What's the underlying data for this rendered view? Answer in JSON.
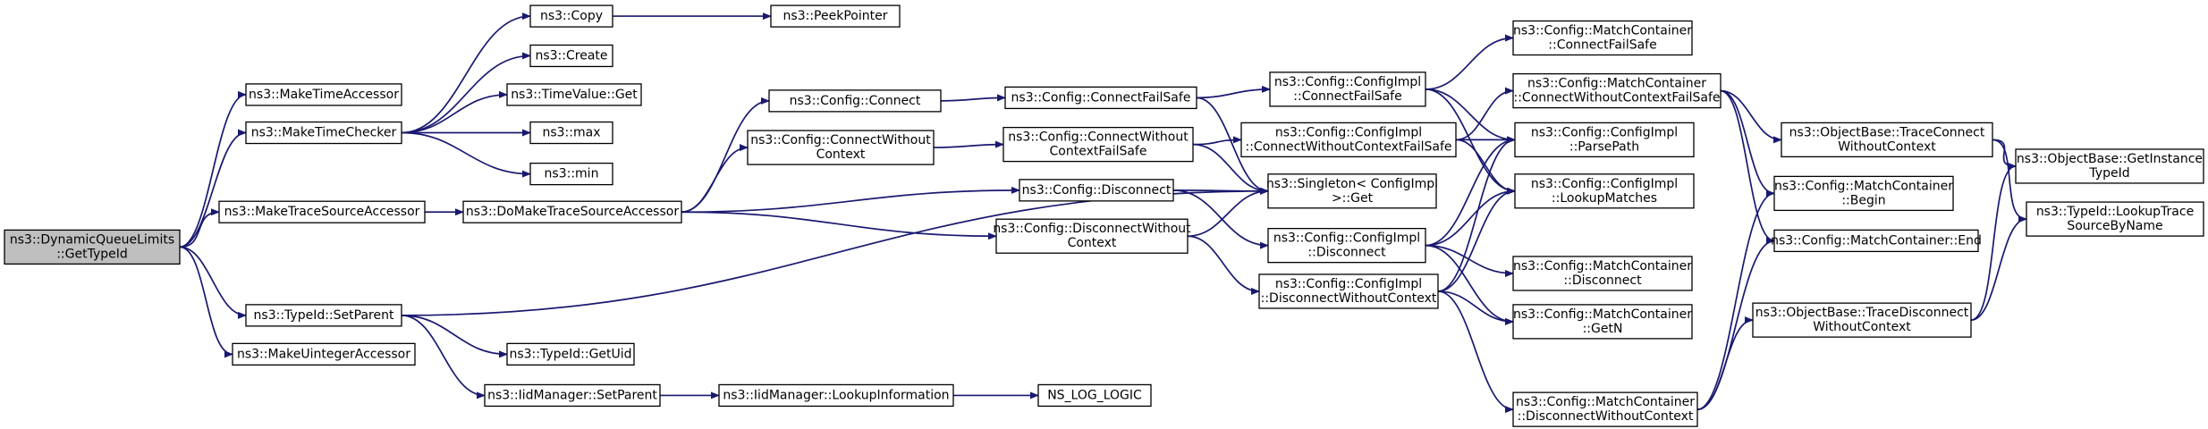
{
  "nodes": {
    "root": [
      "ns3::DynamicQueueLimits",
      "::GetTypeId"
    ],
    "make_time_accessor": [
      "ns3::MakeTimeAccessor"
    ],
    "make_time_checker": [
      "ns3::MakeTimeChecker"
    ],
    "make_trace_source_accessor": [
      "ns3::MakeTraceSourceAccessor"
    ],
    "typeid_set_parent": [
      "ns3::TypeId::SetParent"
    ],
    "make_uinteger_accessor": [
      "ns3::MakeUintegerAccessor"
    ],
    "copy": [
      "ns3::Copy"
    ],
    "peek_pointer": [
      "ns3::PeekPointer"
    ],
    "create": [
      "ns3::Create"
    ],
    "timevalue_get": [
      "ns3::TimeValue::Get"
    ],
    "max": [
      "ns3::max"
    ],
    "min": [
      "ns3::min"
    ],
    "do_make_trace_source_accessor": [
      "ns3::DoMakeTraceSourceAccessor"
    ],
    "typeid_get_uid": [
      "ns3::TypeId::GetUid"
    ],
    "iidmanager_set_parent": [
      "ns3::IidManager::SetParent"
    ],
    "iidmanager_lookup_information": [
      "ns3::IidManager::LookupInformation"
    ],
    "ns_log_logic": [
      "NS_LOG_LOGIC"
    ],
    "config_connect": [
      "ns3::Config::Connect"
    ],
    "config_connect_without_context": [
      "ns3::Config::ConnectWithout",
      "Context"
    ],
    "config_disconnect": [
      "ns3::Config::Disconnect"
    ],
    "config_disconnect_without_context": [
      "ns3::Config::DisconnectWithout",
      "Context"
    ],
    "config_connect_fail_safe": [
      "ns3::Config::ConnectFailSafe"
    ],
    "config_connect_without_context_fail_safe": [
      "ns3::Config::ConnectWithout",
      "ContextFailSafe"
    ],
    "configimpl_connect_fail_safe": [
      "ns3::Config::ConfigImpl",
      "::ConnectFailSafe"
    ],
    "configimpl_connect_without_context_fail_safe": [
      "ns3::Config::ConfigImpl",
      "::ConnectWithoutContextFailSafe"
    ],
    "singleton_get": [
      "ns3::Singleton< ConfigImpl",
      " >::Get"
    ],
    "configimpl_disconnect": [
      "ns3::Config::ConfigImpl",
      "::Disconnect"
    ],
    "configimpl_disconnect_without_context": [
      "ns3::Config::ConfigImpl",
      "::DisconnectWithoutContext"
    ],
    "matchcontainer_connect_fail_safe": [
      "ns3::Config::MatchContainer",
      "::ConnectFailSafe"
    ],
    "matchcontainer_connect_without_context_fail_safe": [
      "ns3::Config::MatchContainer",
      "::ConnectWithoutContextFailSafe"
    ],
    "configimpl_parse_path": [
      "ns3::Config::ConfigImpl",
      "::ParsePath"
    ],
    "configimpl_lookup_matches": [
      "ns3::Config::ConfigImpl",
      "::LookupMatches"
    ],
    "matchcontainer_disconnect": [
      "ns3::Config::MatchContainer",
      "::Disconnect"
    ],
    "matchcontainer_getn": [
      "ns3::Config::MatchContainer",
      "::GetN"
    ],
    "matchcontainer_disconnect_without_context": [
      "ns3::Config::MatchContainer",
      "::DisconnectWithoutContext"
    ],
    "objectbase_trace_connect_without_context": [
      "ns3::ObjectBase::TraceConnect",
      "WithoutContext"
    ],
    "matchcontainer_begin": [
      "ns3::Config::MatchContainer",
      "::Begin"
    ],
    "matchcontainer_end": [
      "ns3::Config::MatchContainer::End"
    ],
    "objectbase_trace_disconnect_without_context": [
      "ns3::ObjectBase::TraceDisconnect",
      "WithoutContext"
    ],
    "objectbase_get_instance_typeid": [
      "ns3::ObjectBase::GetInstance",
      "TypeId"
    ],
    "typeid_lookup_trace_source_by_name": [
      "ns3::TypeId::LookupTrace",
      "SourceByName"
    ]
  },
  "edges": [
    [
      "root",
      "make_time_accessor"
    ],
    [
      "root",
      "make_time_checker"
    ],
    [
      "root",
      "make_trace_source_accessor"
    ],
    [
      "root",
      "typeid_set_parent"
    ],
    [
      "root",
      "make_uinteger_accessor"
    ],
    [
      "make_time_checker",
      "copy"
    ],
    [
      "make_time_checker",
      "create"
    ],
    [
      "make_time_checker",
      "timevalue_get"
    ],
    [
      "make_time_checker",
      "max"
    ],
    [
      "make_time_checker",
      "min"
    ],
    [
      "copy",
      "peek_pointer"
    ],
    [
      "make_trace_source_accessor",
      "do_make_trace_source_accessor"
    ],
    [
      "do_make_trace_source_accessor",
      "config_connect"
    ],
    [
      "do_make_trace_source_accessor",
      "config_connect_without_context"
    ],
    [
      "do_make_trace_source_accessor",
      "config_disconnect"
    ],
    [
      "do_make_trace_source_accessor",
      "config_disconnect_without_context"
    ],
    [
      "typeid_set_parent",
      "typeid_get_uid"
    ],
    [
      "typeid_set_parent",
      "iidmanager_set_parent"
    ],
    [
      "typeid_set_parent",
      "singleton_get"
    ],
    [
      "iidmanager_set_parent",
      "iidmanager_lookup_information"
    ],
    [
      "iidmanager_lookup_information",
      "ns_log_logic"
    ],
    [
      "config_connect",
      "config_connect_fail_safe"
    ],
    [
      "config_connect_without_context",
      "config_connect_without_context_fail_safe"
    ],
    [
      "config_disconnect",
      "singleton_get"
    ],
    [
      "config_disconnect",
      "configimpl_disconnect"
    ],
    [
      "config_disconnect_without_context",
      "singleton_get"
    ],
    [
      "config_disconnect_without_context",
      "configimpl_disconnect_without_context"
    ],
    [
      "config_connect_fail_safe",
      "configimpl_connect_fail_safe"
    ],
    [
      "config_connect_fail_safe",
      "singleton_get"
    ],
    [
      "config_connect_without_context_fail_safe",
      "configimpl_connect_without_context_fail_safe"
    ],
    [
      "config_connect_without_context_fail_safe",
      "singleton_get"
    ],
    [
      "configimpl_connect_fail_safe",
      "matchcontainer_connect_fail_safe"
    ],
    [
      "configimpl_connect_fail_safe",
      "configimpl_parse_path"
    ],
    [
      "configimpl_connect_fail_safe",
      "configimpl_lookup_matches"
    ],
    [
      "configimpl_connect_without_context_fail_safe",
      "matchcontainer_connect_without_context_fail_safe"
    ],
    [
      "configimpl_connect_without_context_fail_safe",
      "configimpl_parse_path"
    ],
    [
      "configimpl_connect_without_context_fail_safe",
      "configimpl_lookup_matches"
    ],
    [
      "configimpl_disconnect",
      "configimpl_parse_path"
    ],
    [
      "configimpl_disconnect",
      "configimpl_lookup_matches"
    ],
    [
      "configimpl_disconnect",
      "matchcontainer_disconnect"
    ],
    [
      "configimpl_disconnect",
      "matchcontainer_getn"
    ],
    [
      "configimpl_disconnect_without_context",
      "configimpl_parse_path"
    ],
    [
      "configimpl_disconnect_without_context",
      "configimpl_lookup_matches"
    ],
    [
      "configimpl_disconnect_without_context",
      "matchcontainer_getn"
    ],
    [
      "configimpl_disconnect_without_context",
      "matchcontainer_disconnect_without_context"
    ],
    [
      "matchcontainer_connect_without_context_fail_safe",
      "objectbase_trace_connect_without_context"
    ],
    [
      "matchcontainer_connect_without_context_fail_safe",
      "matchcontainer_begin"
    ],
    [
      "matchcontainer_connect_without_context_fail_safe",
      "matchcontainer_end"
    ],
    [
      "matchcontainer_disconnect_without_context",
      "matchcontainer_begin"
    ],
    [
      "matchcontainer_disconnect_without_context",
      "matchcontainer_end"
    ],
    [
      "matchcontainer_disconnect_without_context",
      "objectbase_trace_disconnect_without_context"
    ],
    [
      "objectbase_trace_connect_without_context",
      "objectbase_get_instance_typeid"
    ],
    [
      "objectbase_trace_connect_without_context",
      "typeid_lookup_trace_source_by_name"
    ],
    [
      "objectbase_trace_disconnect_without_context",
      "objectbase_get_instance_typeid"
    ],
    [
      "objectbase_trace_disconnect_without_context",
      "typeid_lookup_trace_source_by_name"
    ]
  ]
}
